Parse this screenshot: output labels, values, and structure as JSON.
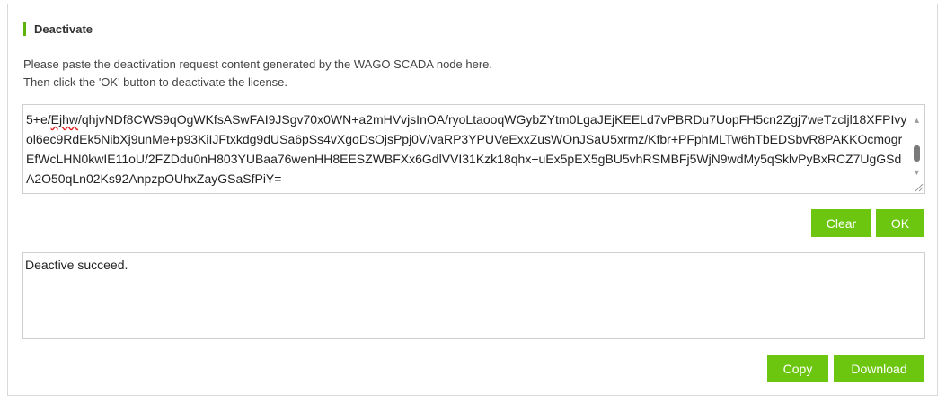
{
  "section": {
    "title": "Deactivate"
  },
  "instructions": {
    "line1": "Please paste the deactivation request content generated by the WAGO SCADA node here.",
    "line2": "Then click the 'OK' button to deactivate the license."
  },
  "request": {
    "prefix": "5+e/",
    "misspelled": "Ejhw",
    "rest": "/qhjvNDf8CWS9qOgWKfsASwFAI9JSgv70x0WN+a2mHVvjsInOA/ryoLtaooqWGybZYtm0LgaJEjKEELd7vPBRDu7UopFH5cn2Zgj7weTzcljl18XFPIvyol6ec9RdEk5NibXj9unMe+p93KiIJFtxkdg9dUSa6pSs4vXgoDsOjsPpj0V/vaRP3YPUVeExxZusWOnJSaU5xrmz/Kfbr+PFphMLTw6hTbEDSbvR8PAKKOcmogrEfWcLHN0kwIE11oU/2FZDdu0nH803YUBaa76wenHH8EESZWBFXx6GdlVVI31Kzk18qhx+uEx5pEX5gBU5vhRSMBFj5WjN9wdMy5qSklvPyBxRCZ7UgGSdA2O50qLn02Ks92AnpzpOUhxZayGSaSfPiY="
  },
  "buttons": {
    "clear": "Clear",
    "ok": "OK",
    "copy": "Copy",
    "download": "Download"
  },
  "result": {
    "text": "Deactive succeed."
  },
  "colors": {
    "accent": "#6cc60f",
    "title_bar": "#5fb40b"
  },
  "icons": {
    "scroll_up": "scroll-up-arrow-icon",
    "scroll_down": "scroll-down-arrow-icon",
    "resize": "resize-grip-icon"
  }
}
